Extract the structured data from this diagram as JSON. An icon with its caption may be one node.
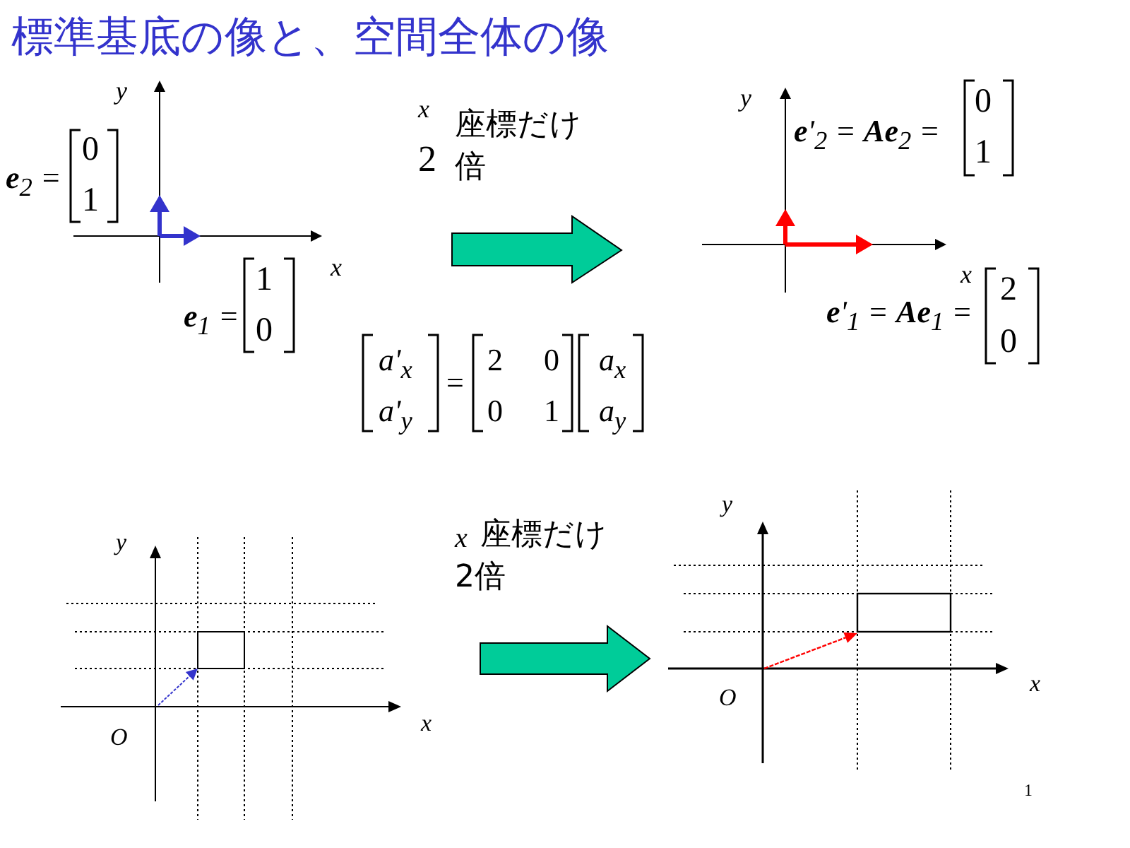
{
  "diagram": {
    "title": "標準基底の像と、空間全体の像",
    "labels": [
      "y",
      "x",
      "座標だけ",
      "y",
      "**e**'$_{2}$ = **Ae**$_{2}$ =",
      "0",
      "1",
      "**e**$_{2}$ =",
      "0",
      "1",
      "2",
      "倍",
      "x",
      "x",
      "**e**$_{1}$ =",
      "1",
      "0",
      "**e**'$_{1}$ = **Ae**$_{1}$ =",
      "2",
      "0",
      "a'$_{x}$",
      "a'$_{y}$",
      "=",
      "2",
      "0",
      "0",
      "1",
      "a$_{x}$",
      "a$_{y}$",
      "x",
      "座標だけ",
      "2倍",
      "y",
      "y",
      "x",
      "O",
      "O",
      "x",
      "1"
    ]
  }
}
